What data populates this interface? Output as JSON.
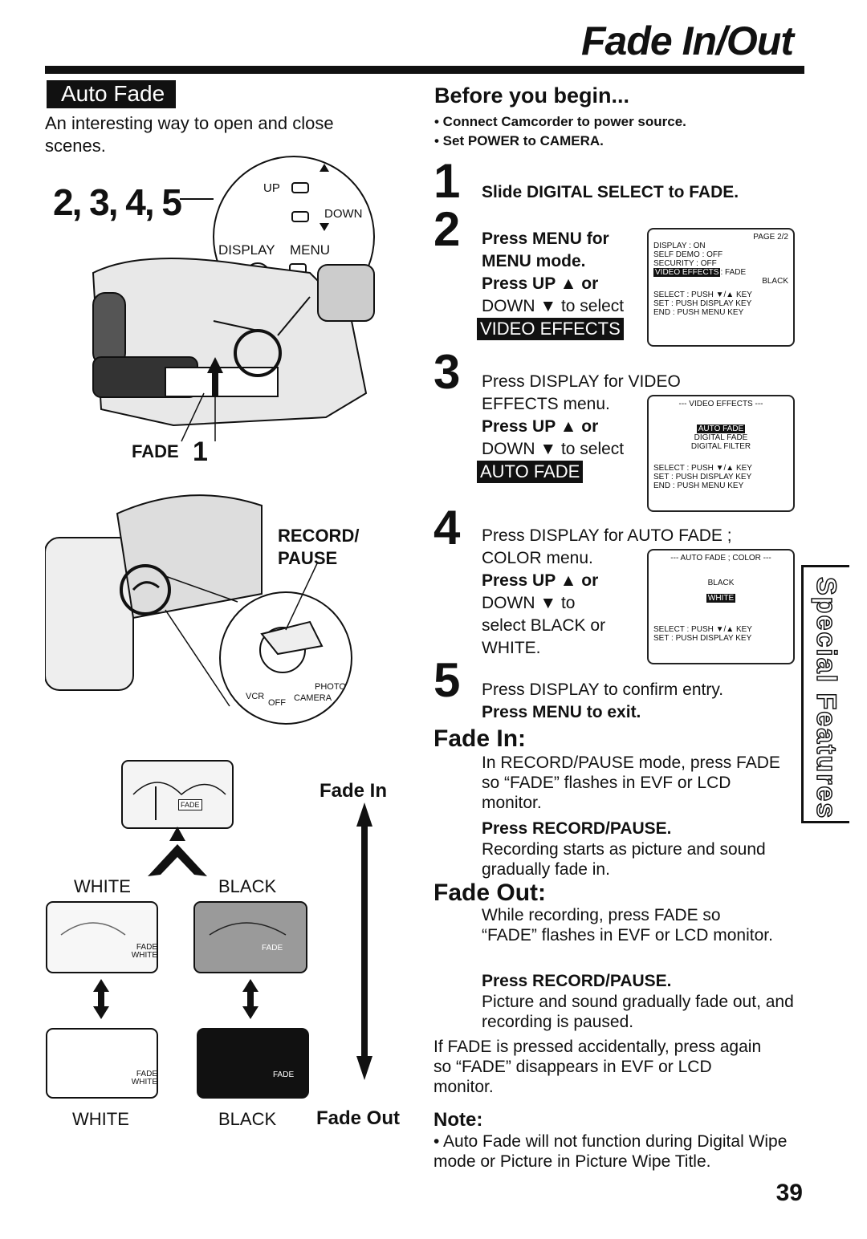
{
  "page": {
    "title": "Fade In/Out",
    "page_number": "39",
    "side_tab": "Special Features"
  },
  "left": {
    "badge": "Auto Fade",
    "intro": "An interesting way to open and close scenes.",
    "step_numbers": "2, 3, 4, 5",
    "btn_up": "UP",
    "btn_down": "DOWN",
    "btn_display": "DISPLAY",
    "btn_menu": "MENU",
    "fade_label": "FADE",
    "fade_step": "1",
    "record_pause": "RECORD/ PAUSE",
    "dial_vcr": "VCR",
    "dial_off": "OFF",
    "dial_photo": "PHOTO",
    "dial_camera": "CAMERA",
    "fade_in_label": "Fade In",
    "fade_out_label": "Fade Out",
    "white": "WHITE",
    "black": "BLACK",
    "fade_tag": "FADE",
    "fade_white_tag": "FADE WHITE"
  },
  "right": {
    "before_heading": "Before you begin...",
    "before_1": "• Connect Camcorder to power source.",
    "before_2": "• Set POWER to CAMERA.",
    "s1_num": "1",
    "s1_text": "Slide DIGITAL SELECT to FADE.",
    "s2_num": "2",
    "s2_a": "Press MENU for MENU mode.",
    "s2_b": "Press UP ▲ or",
    "s2_c": "DOWN ▼ to select",
    "s2_hl": "VIDEO EFFECTS",
    "s3_num": "3",
    "s3_a": "Press DISPLAY for VIDEO EFFECTS menu.",
    "s3_b": "Press UP ▲ or",
    "s3_c": "DOWN ▼ to select",
    "s3_hl": "AUTO FADE",
    "s4_num": "4",
    "s4_a": "Press DISPLAY for AUTO FADE ; COLOR menu.",
    "s4_b": "Press UP ▲ or",
    "s4_c": "DOWN ▼ to",
    "s4_d": "select BLACK or WHITE.",
    "s5_num": "5",
    "s5_a": "Press DISPLAY to confirm entry.",
    "s5_b": "Press MENU to exit.",
    "fade_in_heading": "Fade In:",
    "fi_1": "In RECORD/PAUSE mode, press FADE so “FADE” flashes in EVF or LCD monitor.",
    "fi_2": "Press RECORD/PAUSE.",
    "fi_3": "Recording starts as picture and sound gradually fade in.",
    "fade_out_heading": "Fade Out:",
    "fo_1": "While recording, press FADE so “FADE” flashes in EVF or LCD monitor.",
    "fo_2": "Press RECORD/PAUSE.",
    "fo_3": "Picture and sound gradually fade out, and recording is paused.",
    "accident": "If FADE is pressed accidentally, press again so “FADE” disappears in EVF or LCD monitor.",
    "note_heading": "Note:",
    "note_text": "• Auto Fade will not function during Digital Wipe mode or Picture in Picture Wipe Title."
  },
  "screens": {
    "menu": {
      "page": "PAGE 2/2",
      "l1": "DISPLAY      : ON",
      "l2": "SELF DEMO  : OFF",
      "l3": "SECURITY    : OFF",
      "l4a": "VIDEO EFFECTS",
      "l4b": ": FADE",
      "l5": "BLACK",
      "f1": "SELECT : PUSH ▼/▲ KEY",
      "f2": "SET       : PUSH DISPLAY KEY",
      "f3": "END       : PUSH MENU KEY"
    },
    "effects": {
      "title": "--- VIDEO EFFECTS ---",
      "i1": "AUTO FADE",
      "i2": "DIGITAL FADE",
      "i3": "DIGITAL FILTER",
      "f1": "SELECT : PUSH ▼/▲ KEY",
      "f2": "SET       : PUSH DISPLAY KEY",
      "f3": "END       : PUSH MENU KEY"
    },
    "color": {
      "title": "--- AUTO FADE ; COLOR ---",
      "i1": "BLACK",
      "i2": "WHITE",
      "f1": "SELECT : PUSH ▼/▲ KEY",
      "f2": "SET       : PUSH DISPLAY KEY"
    }
  },
  "colors": {
    "ink": "#111111",
    "paper": "#ffffff"
  }
}
